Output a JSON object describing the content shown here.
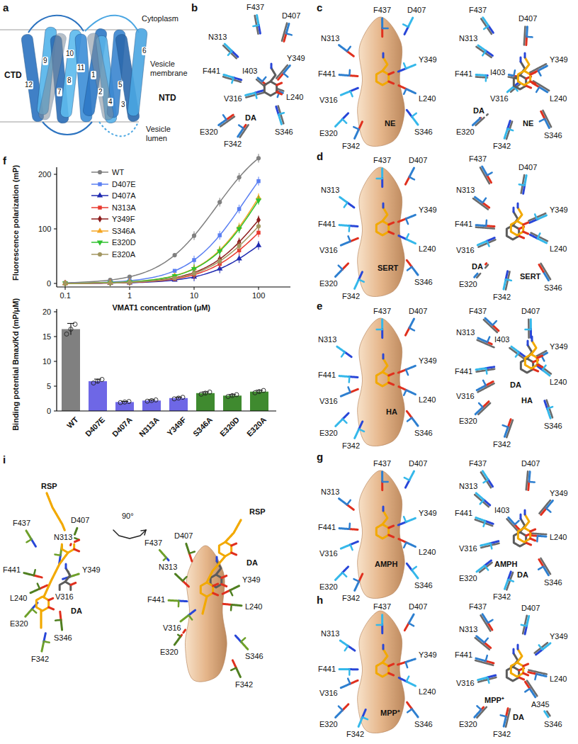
{
  "diagram": {
    "labels": [
      "a",
      "Cytoplasm",
      "Vesicle membrane",
      "Vesicle lumen",
      "CTD",
      "NTD",
      "9",
      "10",
      "12",
      "11",
      "8",
      "7",
      "1",
      "2",
      "4",
      "5",
      "3",
      "6",
      "b",
      "F437",
      "D407",
      "N313",
      "Y349",
      "F441",
      "I403",
      "V316",
      "L240",
      "DA",
      "E320",
      "S346",
      "F342",
      "c",
      "F437",
      "D407",
      "N313",
      "Y349",
      "F441",
      "V316",
      "L240",
      "E320",
      "NE",
      "S346",
      "F342",
      "F437",
      "D407",
      "N313",
      "Y349",
      "F441",
      "I403",
      "V316",
      "L240",
      "DA",
      "E320",
      "NE",
      "S346",
      "F342",
      "d",
      "F437",
      "D407",
      "N313",
      "Y349",
      "F441",
      "V316",
      "L240",
      "E320",
      "SERT",
      "S346",
      "F342",
      "F437",
      "D407",
      "N313",
      "Y349",
      "F441",
      "V316",
      "DA",
      "L240",
      "E320",
      "SERT",
      "S346",
      "F342",
      "e",
      "F437",
      "D407",
      "N313",
      "Y349",
      "F441",
      "V316",
      "HA",
      "L240",
      "E320",
      "S346",
      "F342",
      "F437",
      "D407",
      "N313",
      "I403",
      "Y349",
      "F441",
      "V316",
      "DA",
      "HA",
      "L240",
      "E320",
      "S346",
      "F342",
      "f",
      "Fluorescence polarization (mP)",
      "0",
      "100",
      "200",
      "0.1",
      "1",
      "10",
      "100",
      "VMAT1 concentration (μM)",
      "Binding potential Bmax/Kd (mP/μM)",
      "0",
      "5",
      "10",
      "15",
      "20",
      "WT",
      "D407E",
      "D407A",
      "N313A",
      "Y349F",
      "S346A",
      "E320D",
      "E320A",
      "g",
      "F437",
      "D407",
      "N313",
      "Y349",
      "F441",
      "V316",
      "L240",
      "E320",
      "AMPH",
      "S346",
      "F342",
      "F437",
      "D407",
      "N313",
      "Y349",
      "F441",
      "I403",
      "V316",
      "L240",
      "AMPH",
      "DA",
      "E320",
      "S346",
      "F342",
      "h",
      "F437",
      "D407",
      "N313",
      "Y349",
      "F441",
      "V316",
      "L240",
      "E320",
      "MPP⁺",
      "S346",
      "F342",
      "F437",
      "D407",
      "N313",
      "Y349",
      "F441",
      "V316",
      "L240",
      "MPP⁺",
      "A345",
      "DA",
      "E320",
      "S346",
      "F342",
      "i",
      "RSP",
      "F437",
      "D407",
      "N313",
      "F441",
      "Y349",
      "L240",
      "V316",
      "DA",
      "E320",
      "S346",
      "F342",
      "90°",
      "F437",
      "D407",
      "RSP",
      "N313",
      "DA",
      "Y349",
      "F441",
      "L240",
      "V316",
      "E320",
      "S346",
      "F342"
    ],
    "legend": [
      {
        "text": "WT"
      },
      {
        "text": "D407E"
      },
      {
        "text": "D407A"
      },
      {
        "text": "N313A"
      },
      {
        "text": "Y349F"
      },
      {
        "text": "S346A"
      },
      {
        "text": "E320D"
      },
      {
        "text": "E320A"
      }
    ]
  }
}
